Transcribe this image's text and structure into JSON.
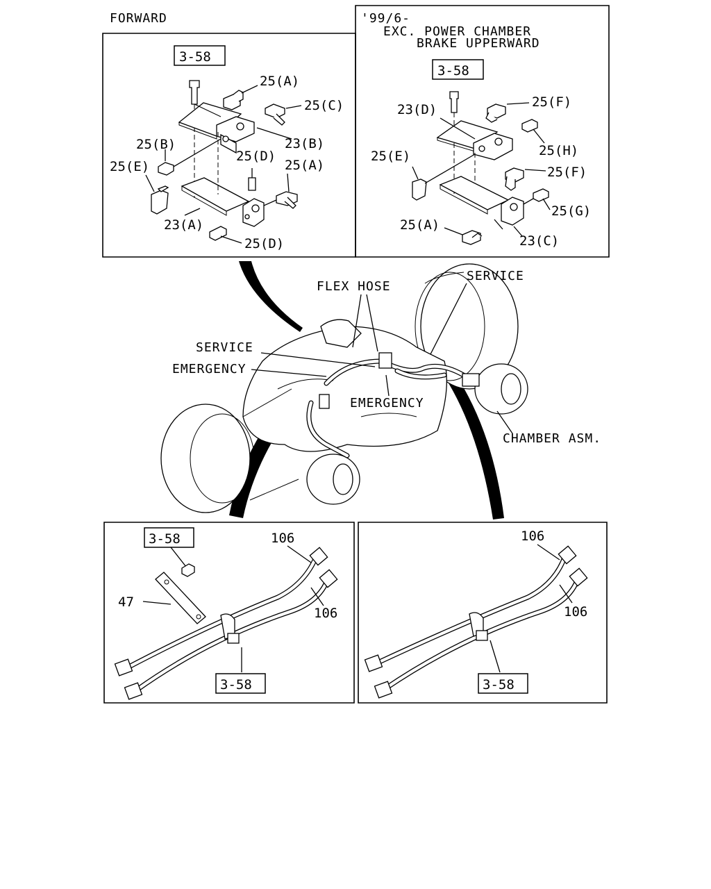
{
  "labels": {
    "forward": "FORWARD",
    "note_line1": "'99/6-",
    "note_line2": "EXC. POWER CHAMBER",
    "note_line3": "BRAKE UPPERWARD",
    "ref_3_58": "3-58",
    "p25A": "25(A)",
    "p25B": "25(B)",
    "p25C": "25(C)",
    "p25D": "25(D)",
    "p25E": "25(E)",
    "p25F": "25(F)",
    "p25G": "25(G)",
    "p25H": "25(H)",
    "p23A": "23(A)",
    "p23B": "23(B)",
    "p23C": "23(C)",
    "p23D": "23(D)",
    "flex_hose": "FLEX HOSE",
    "service": "SERVICE",
    "emergency": "EMERGENCY",
    "chamber_asm": "CHAMBER ASM.",
    "p106": "106",
    "p47": "47"
  }
}
